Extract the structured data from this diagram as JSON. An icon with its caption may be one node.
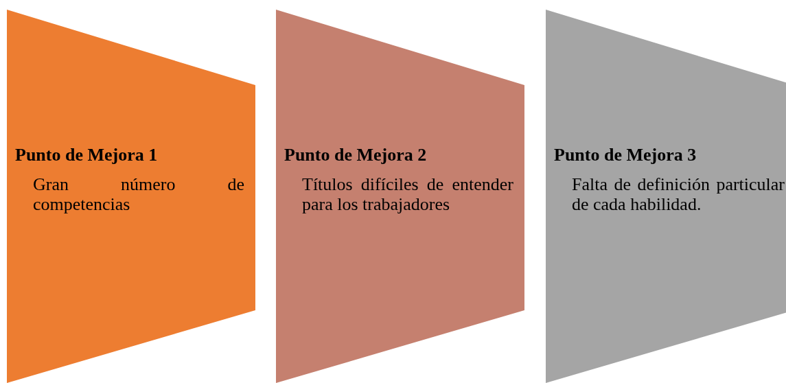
{
  "diagram": {
    "nodes": [
      {
        "text": [
          "Punto de Mejora 1",
          "Gran número de competencias"
        ]
      },
      {
        "text": [
          "Punto de Mejora 2",
          "Títulos difíciles de entender para los trabajadores"
        ]
      },
      {
        "text": [
          "Punto de Mejora 3",
          "Falta de definición particular de cada habilidad."
        ]
      }
    ]
  }
}
